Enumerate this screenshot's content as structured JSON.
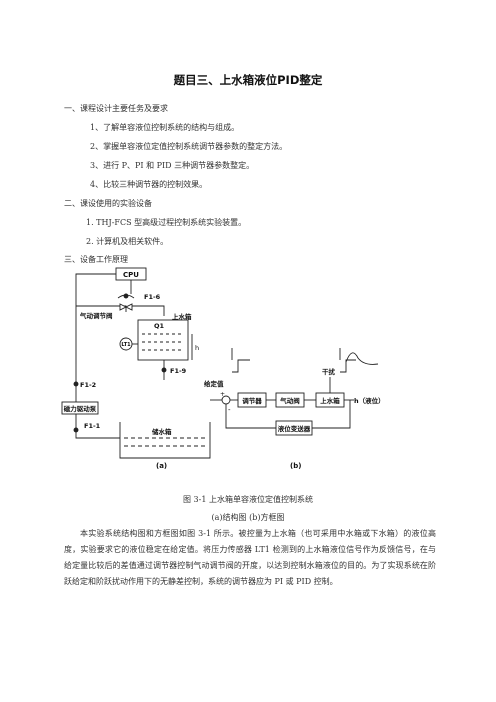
{
  "title": "题目三、上水箱液位PID整定",
  "section1": {
    "heading": "一、课程设计主要任务及要求",
    "items": [
      "1、了解单容液位控制系统的结构与组成。",
      "2、掌握单容液位定值控制系统调节器参数的整定方法。",
      "3、进行 P、PI 和 PID 三种调节器参数整定。",
      "4、比较三种调节器的控制效果。"
    ]
  },
  "section2": {
    "heading": "二、课设使用的实验设备",
    "items": [
      "1. THJ-FCS 型高级过程控制系统实验装置。",
      "2. 计算机及相关软件。"
    ]
  },
  "section3": {
    "heading": "三、设备工作原理"
  },
  "figure": {
    "a": {
      "cpu": "CPU",
      "f1_6": "F1-6",
      "valve": "气动调节阀",
      "tank": "上水箱",
      "q1": "Q1",
      "lt1": "LT1",
      "h": "h",
      "f1_9": "F1-9",
      "f1_2": "F1-2",
      "pump": "磁力驱动泵",
      "f1_1": "F1-1",
      "reservoir": "储水箱",
      "label": "(a)"
    },
    "b": {
      "setpoint": "给定值",
      "controller": "调节器",
      "valve": "气动阀",
      "tank": "上水箱",
      "disturbance": "干扰",
      "output": "h（液位）",
      "transmitter": "液位变送器",
      "plus": "+",
      "minus": "-",
      "label": "(b)"
    },
    "caption": "图 3-1    上水箱单容液位定值控制系统",
    "subcaption": "(a)结构图        (b)方框图"
  },
  "paragraph": "本实验系统结构图和方框图如图 3-1 所示。被控量为上水箱（也可采用中水箱或下水箱）的液位高度，实验要求它的液位稳定在给定值。将压力传感器 LT1 检测到的上水箱液位信号作为反馈信号，在与给定量比较后的差值通过调节器控制气动调节阀的开度，以达到控制水箱液位的目的。为了实现系统在阶跃给定和阶跃扰动作用下的无静差控制，系统的调节器应为 PI 或 PID 控制。"
}
